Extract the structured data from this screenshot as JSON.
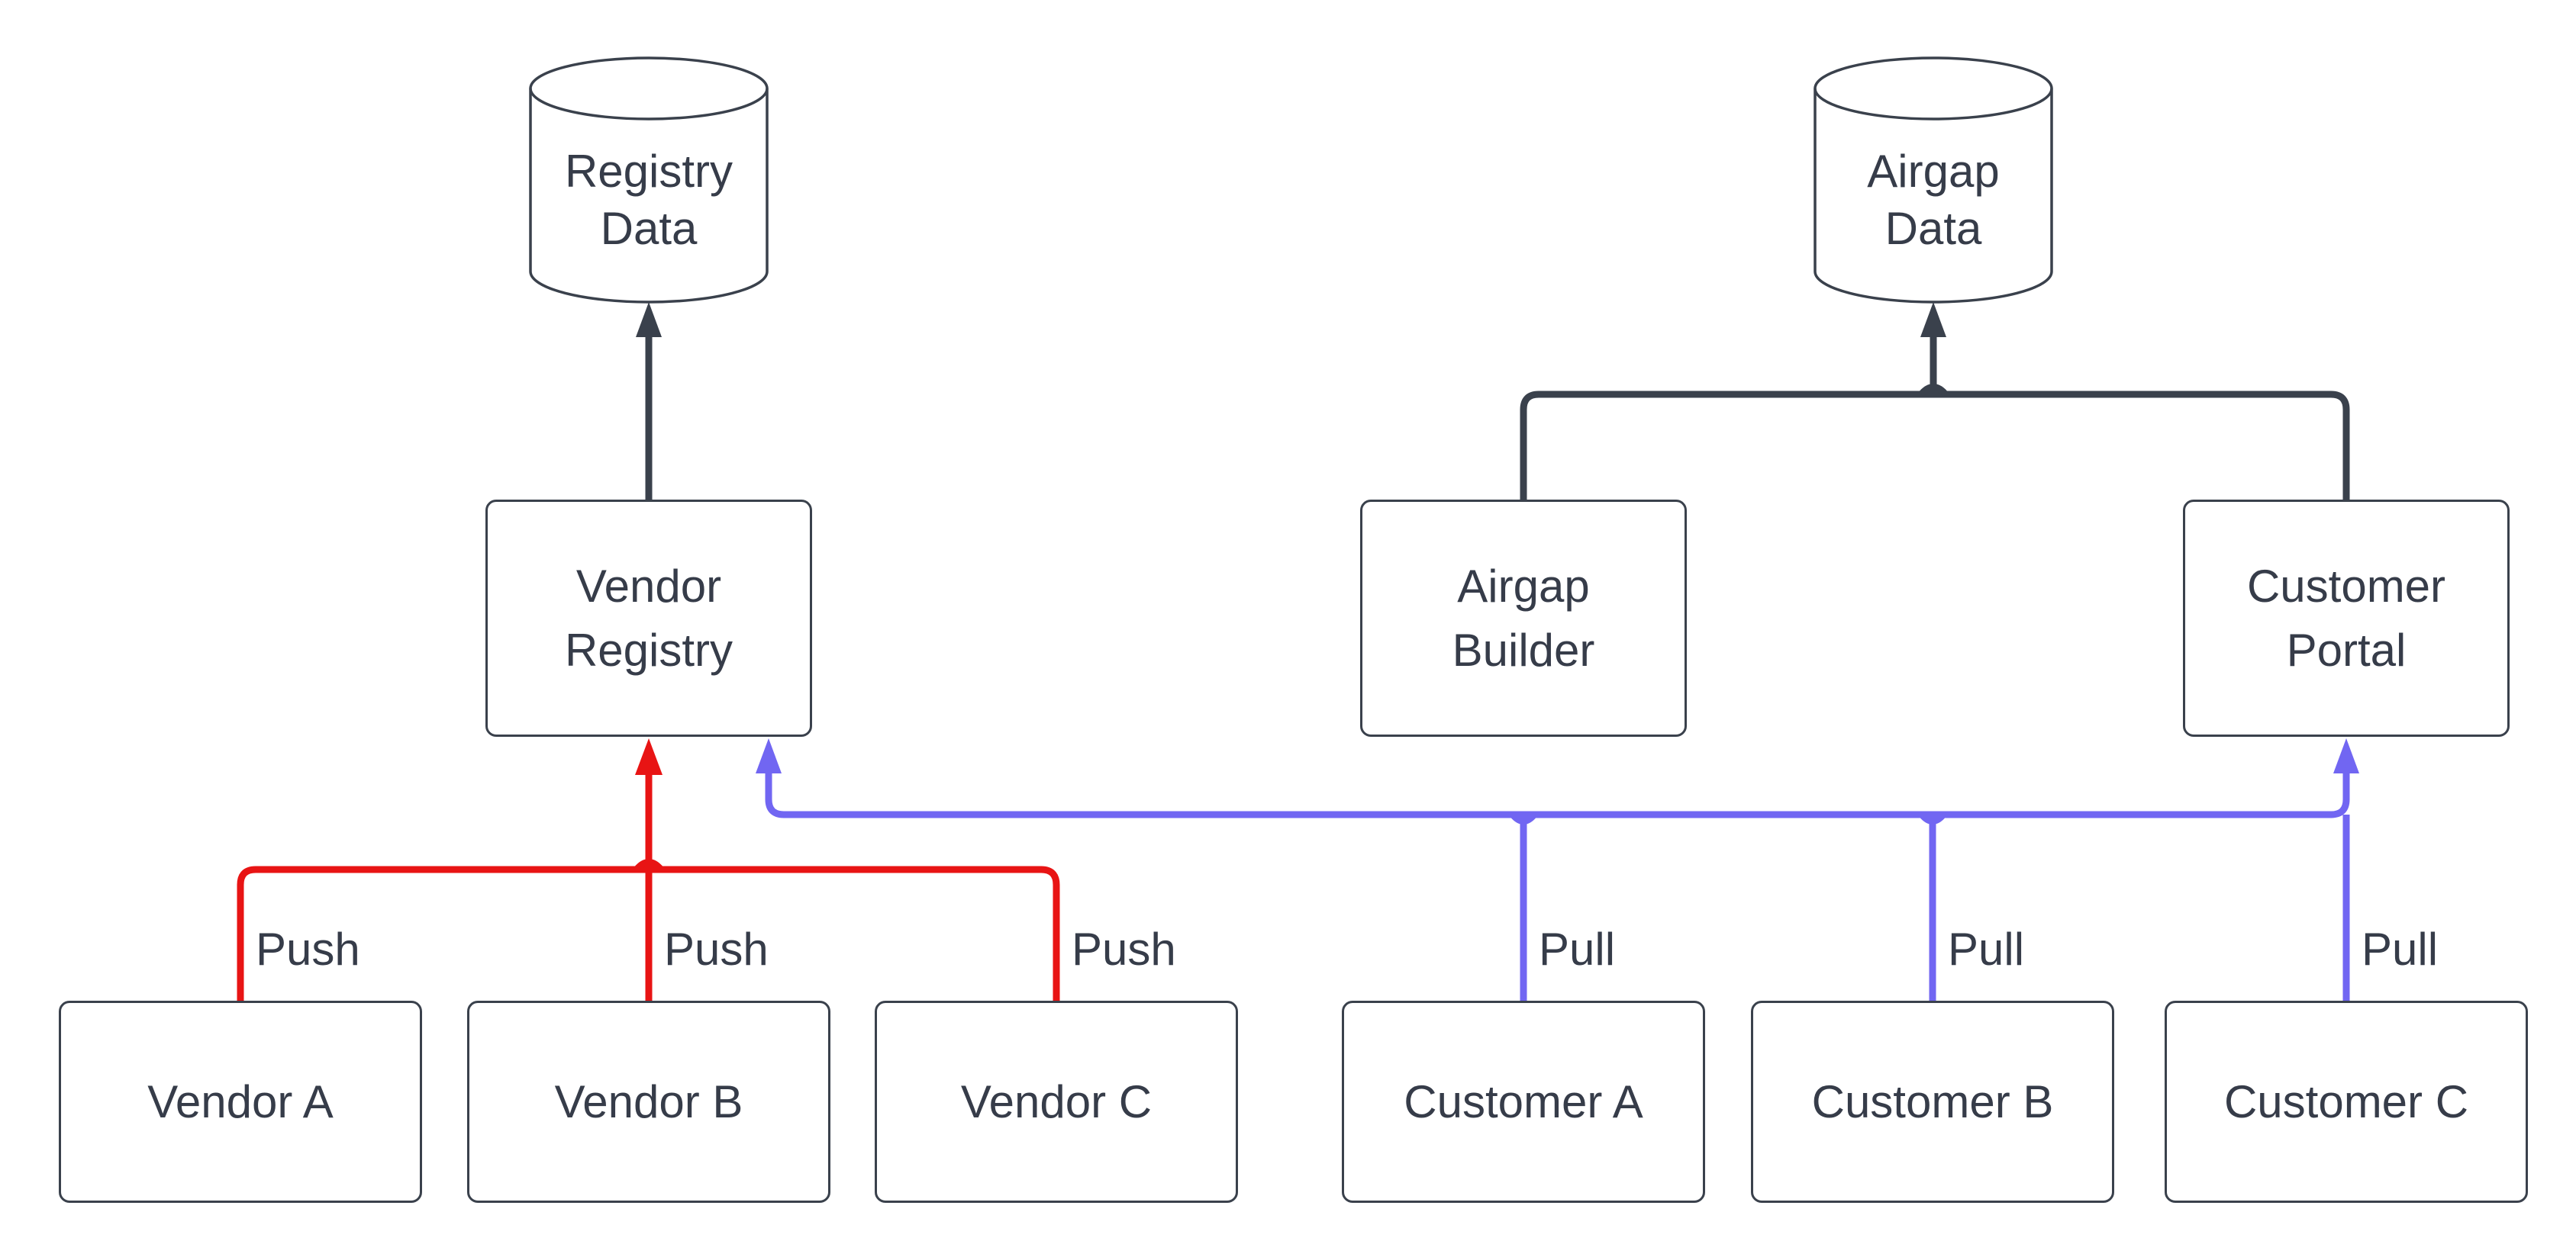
{
  "diagram": {
    "type": "flowchart",
    "direction": "bottom-to-top",
    "colors": {
      "edge_dark": "#3a414c",
      "edge_push": "#e81414",
      "edge_pull": "#7166f2",
      "node_border": "#3a414c",
      "node_fill": "#ffffff",
      "text": "#363c49",
      "background": "#ffffff"
    },
    "nodes": {
      "registry_data": {
        "label": "Registry\nData",
        "shape": "cylinder"
      },
      "airgap_data": {
        "label": "Airgap\nData",
        "shape": "cylinder"
      },
      "vendor_registry": {
        "label": "Vendor\nRegistry",
        "shape": "rect"
      },
      "airgap_builder": {
        "label": "Airgap\nBuilder",
        "shape": "rect"
      },
      "customer_portal": {
        "label": "Customer\nPortal",
        "shape": "rect"
      },
      "vendor_a": {
        "label": "Vendor A",
        "shape": "rect"
      },
      "vendor_b": {
        "label": "Vendor B",
        "shape": "rect"
      },
      "vendor_c": {
        "label": "Vendor C",
        "shape": "rect"
      },
      "customer_a": {
        "label": "Customer A",
        "shape": "rect"
      },
      "customer_b": {
        "label": "Customer B",
        "shape": "rect"
      },
      "customer_c": {
        "label": "Customer C",
        "shape": "rect"
      }
    },
    "edge_labels": {
      "push": "Push",
      "pull": "Pull"
    },
    "edges": [
      {
        "from": "Vendor Registry",
        "to": "Registry Data",
        "label": "",
        "color": "dark"
      },
      {
        "from": "Airgap Builder",
        "to": "Airgap Data",
        "label": "",
        "color": "dark"
      },
      {
        "from": "Customer Portal",
        "to": "Airgap Data",
        "label": "",
        "color": "dark"
      },
      {
        "from": "Vendor A",
        "to": "Vendor Registry",
        "label": "Push",
        "color": "red"
      },
      {
        "from": "Vendor B",
        "to": "Vendor Registry",
        "label": "Push",
        "color": "red"
      },
      {
        "from": "Vendor C",
        "to": "Vendor Registry",
        "label": "Push",
        "color": "red"
      },
      {
        "from": "Customer A",
        "to": "Vendor Registry, Customer Portal",
        "label": "Pull",
        "color": "blue"
      },
      {
        "from": "Customer B",
        "to": "Vendor Registry, Customer Portal",
        "label": "Pull",
        "color": "blue"
      },
      {
        "from": "Customer C",
        "to": "Vendor Registry, Customer Portal",
        "label": "Pull",
        "color": "blue"
      }
    ]
  }
}
